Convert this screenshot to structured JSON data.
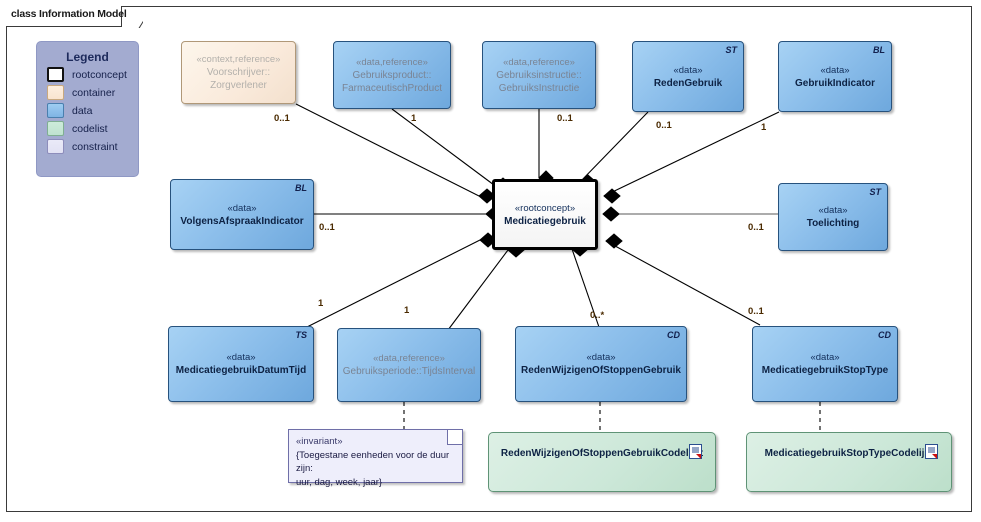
{
  "diagram": {
    "title": "class Information Model",
    "colors": {
      "data_fill": "#8dbfeb",
      "container_fill": "#faeadb",
      "codelist_fill": "#cde8d9",
      "constraint_fill": "#eaeaf8",
      "rootconcept_fill": "#ffffff",
      "legend_fill": "#a3abd0",
      "line": "#000000"
    }
  },
  "legend": {
    "title": "Legend",
    "items": [
      {
        "label": "rootconcept",
        "swatch": "rootconcept-swatch"
      },
      {
        "label": "container",
        "swatch": "container-swatch"
      },
      {
        "label": "data",
        "swatch": "data-swatch"
      },
      {
        "label": "codelist",
        "swatch": "codelist-swatch"
      },
      {
        "label": "constraint",
        "swatch": "constraint-swatch"
      }
    ]
  },
  "nodes": {
    "root": {
      "stereotype": "«rootconcept»",
      "name": "Medicatiegebruik",
      "kind": "rootconcept",
      "badge": ""
    },
    "voorschrijver": {
      "stereotype": "«context,reference»",
      "name_line1": "Voorschrijver::",
      "name_line2": "Zorgverlener",
      "kind": "container",
      "badge": ""
    },
    "farmaceutischproduct": {
      "stereotype": "«data,reference»",
      "name_line1": "Gebruiksproduct::",
      "name_line2": "FarmaceutischProduct",
      "kind": "data-reference",
      "badge": ""
    },
    "gebruiksinstructie": {
      "stereotype": "«data,reference»",
      "name_line1": "Gebruiksinstructie::",
      "name_line2": "GebruiksInstructie",
      "kind": "data-reference",
      "badge": ""
    },
    "redengebruik": {
      "stereotype": "«data»",
      "name": "RedenGebruik",
      "kind": "data",
      "badge": "ST"
    },
    "gebruikindicator": {
      "stereotype": "«data»",
      "name": "GebruikIndicator",
      "kind": "data",
      "badge": "BL"
    },
    "volgensafspraakindicator": {
      "stereotype": "«data»",
      "name": "VolgensAfspraakIndicator",
      "kind": "data",
      "badge": "BL"
    },
    "toelichting": {
      "stereotype": "«data»",
      "name": "Toelichting",
      "kind": "data",
      "badge": "ST"
    },
    "medicatiegebruikdatumtijd": {
      "stereotype": "«data»",
      "name": "MedicatiegebruikDatumTijd",
      "kind": "data",
      "badge": "TS"
    },
    "tijdsinterval": {
      "stereotype": "«data,reference»",
      "name": "Gebruiksperiode::TijdsInterval",
      "kind": "data-reference",
      "badge": ""
    },
    "redenwijzigenofstoppengebruik": {
      "stereotype": "«data»",
      "name": "RedenWijzigenOfStoppenGebruik",
      "kind": "data",
      "badge": "CD"
    },
    "medicatiegebruikstoptype": {
      "stereotype": "«data»",
      "name": "MedicatiegebruikStopType",
      "kind": "data",
      "badge": "CD"
    },
    "redenwijzigencodelijst": {
      "name": "RedenWijzigenOfStoppenGebruikCodelijst",
      "kind": "codelist",
      "icon": "document-icon"
    },
    "stoptypecodelijst": {
      "name": "MedicatiegebruikStopTypeCodelijst",
      "kind": "codelist",
      "icon": "document-icon"
    }
  },
  "note": {
    "stereotype": "«invariant»",
    "line1": "{Toegestane eenheden voor de duur zijn:",
    "line2": "uur, dag, week, jaar}"
  },
  "multiplicities": {
    "voorschrijver": "0..1",
    "farmaceutischproduct": "1",
    "gebruiksinstructie": "0..1",
    "redengebruik": "0..1",
    "gebruikindicator": "1",
    "volgensafspraakindicator": "0..1",
    "toelichting": "0..1",
    "medicatiegebruikdatumtijd": "1",
    "tijdsinterval": "1",
    "redenwijzigenofstoppengebruik": "0..*",
    "medicatiegebruikstoptype": "0..1"
  }
}
